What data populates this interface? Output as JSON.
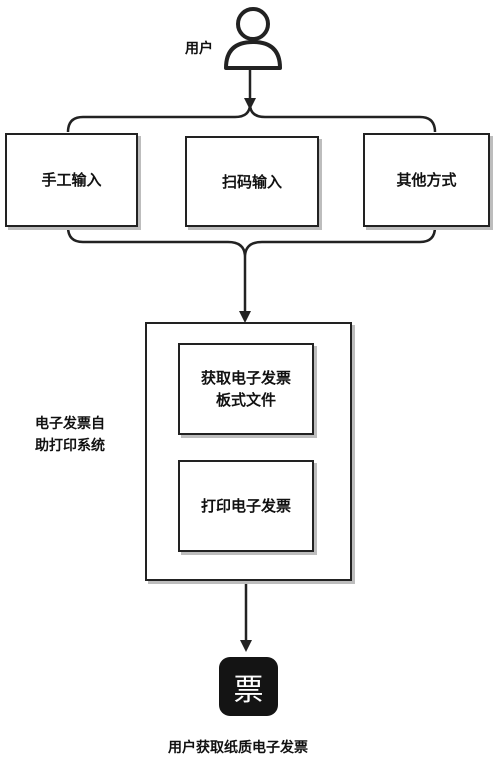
{
  "user": {
    "label": "用户",
    "icon": "user-icon"
  },
  "input_methods": [
    {
      "label": "手工输入"
    },
    {
      "label": "扫码输入"
    },
    {
      "label": "其他方式"
    }
  ],
  "system": {
    "label_line1": "电子发票自",
    "label_line2": "助打印系统",
    "steps": [
      {
        "line1": "获取电子发票",
        "line2": "板式文件"
      },
      {
        "line1": "打印电子发票"
      }
    ]
  },
  "output": {
    "icon": "invoice-ticket-icon",
    "icon_char": "票",
    "caption": "用户获取纸质电子发票"
  },
  "colors": {
    "stroke": "#222222",
    "icon_bg": "#141414",
    "shadow": "#bdbdbd"
  }
}
